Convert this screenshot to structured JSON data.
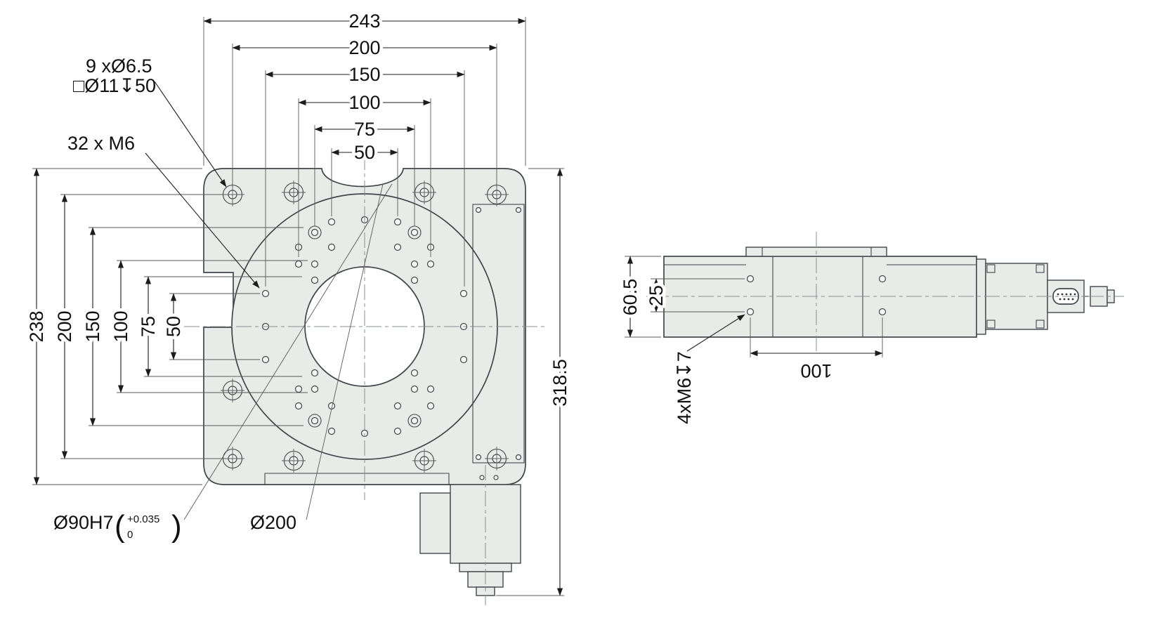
{
  "front": {
    "dims_top": [
      "243",
      "200",
      "150",
      "100",
      "75",
      "50"
    ],
    "dims_left": [
      "238",
      "200",
      "150",
      "100",
      "75",
      "50"
    ],
    "dim_overall_height": "318.5",
    "callout_mount_holes": "9 xØ6.5",
    "callout_counterbore": "□Ø11↧50",
    "callout_tapped_holes": "32 x M6",
    "callout_center_bore": "Ø90H7",
    "callout_bore_tol_upper": "+0.035",
    "callout_bore_tol_lower": "0",
    "paren_open": "(",
    "paren_close": ")",
    "callout_pcd": "Ø200"
  },
  "side": {
    "dim_height": "60.5",
    "dim_hole_offset": "25",
    "dim_hole_spacing": "100",
    "callout_tapped_holes": "4xM6↧7"
  }
}
